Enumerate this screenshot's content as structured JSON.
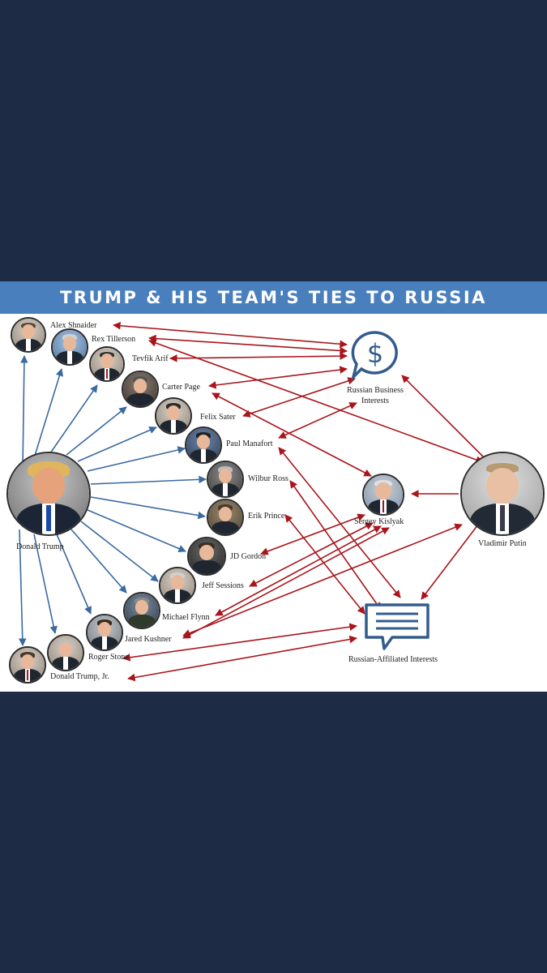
{
  "title": "TRUMP & HIS TEAM'S TIES TO RUSSIA",
  "colors": {
    "background": "#1d2b45",
    "banner": "#4a7fbd",
    "blue_arrow": "#3a6aa0",
    "red_arrow": "#a8151b",
    "icon_blue": "#335c8d"
  },
  "people": {
    "trump": "Donald Trump",
    "shnaider": "Alex Shnaider",
    "tillerson": "Rex Tillerson",
    "arif": "Tevfik Arif",
    "page": "Carter Page",
    "sater": "Felix Sater",
    "manafort": "Paul Manafort",
    "ross": "Wilbur Ross",
    "prince": "Erik Prince",
    "gordon": "JD Gordon",
    "sessions": "Jeff Sessions",
    "flynn": "Michael Flynn",
    "kushner": "Jared Kushner",
    "stone": "Roger Stone",
    "trumpjr": "Donald Trump, Jr.",
    "kislyak": "Sergey Kislyak",
    "putin": "Vladimir Putin"
  },
  "hubs": {
    "business": "Russian Business Interests",
    "affiliated": "Russian-Affiliated Interests",
    "business_icon": "dollar-speech-bubble-icon",
    "affiliated_icon": "message-speech-bubble-icon"
  }
}
